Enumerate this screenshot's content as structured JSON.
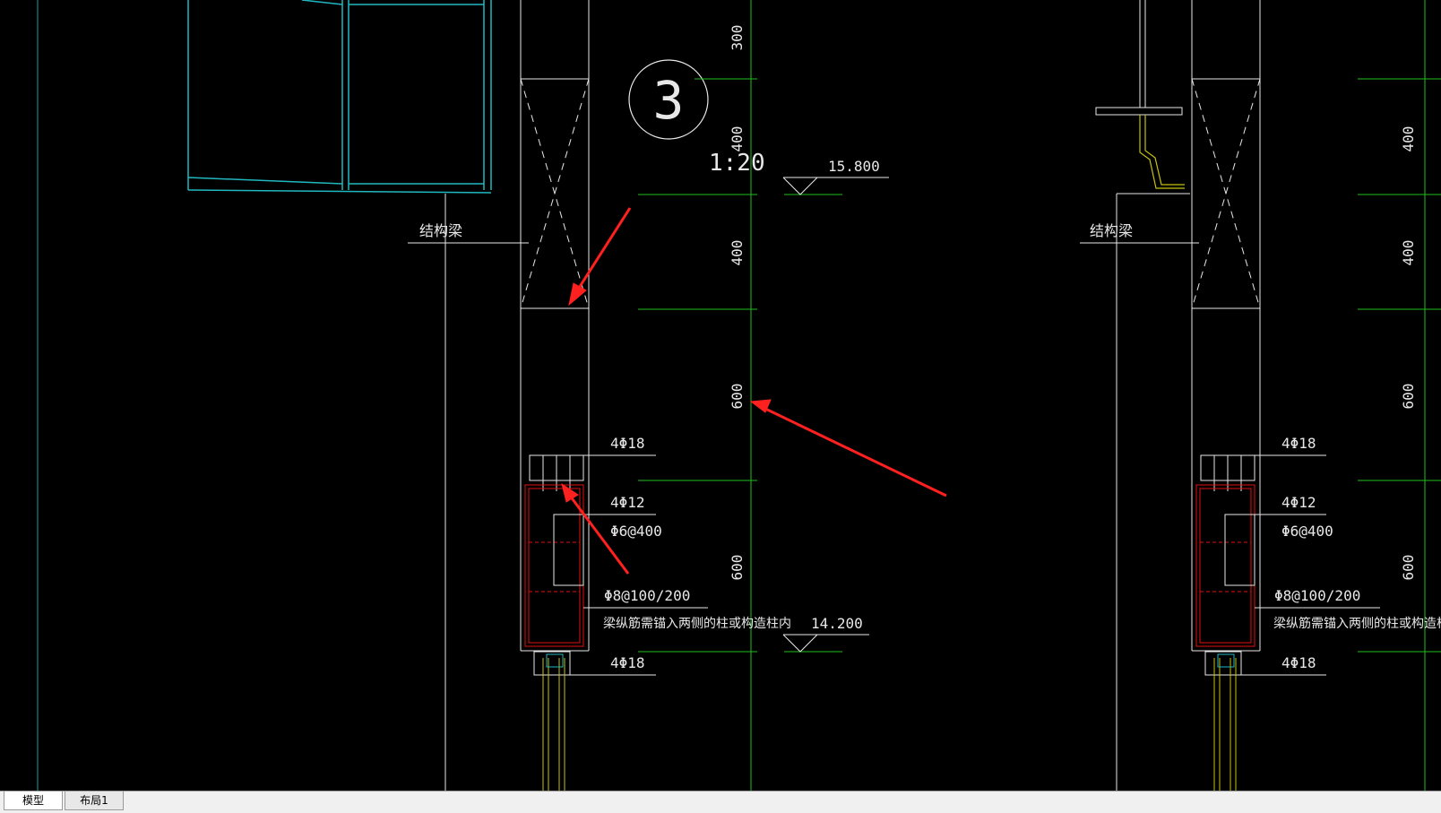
{
  "drawing": {
    "detail_number": "3",
    "scale": "1:20",
    "labels": {
      "structural_beam": "结构梁",
      "rebar_top": "4Φ18",
      "rebar_mid": "4Φ12",
      "tie": "Φ6@400",
      "stirrup": "Φ8@100/200",
      "anchor_note": "梁纵筋需锚入两侧的柱或构造柱内",
      "rebar_bottom": "4Φ18",
      "elevation_upper": "15.800",
      "elevation_lower": "14.200"
    },
    "dimensions": [
      "300",
      "400",
      "400",
      "600",
      "600"
    ],
    "annotation_color": "#ff2020"
  },
  "tabs": [
    {
      "label": "模型",
      "active": true
    },
    {
      "label": "布局1",
      "active": false
    }
  ]
}
